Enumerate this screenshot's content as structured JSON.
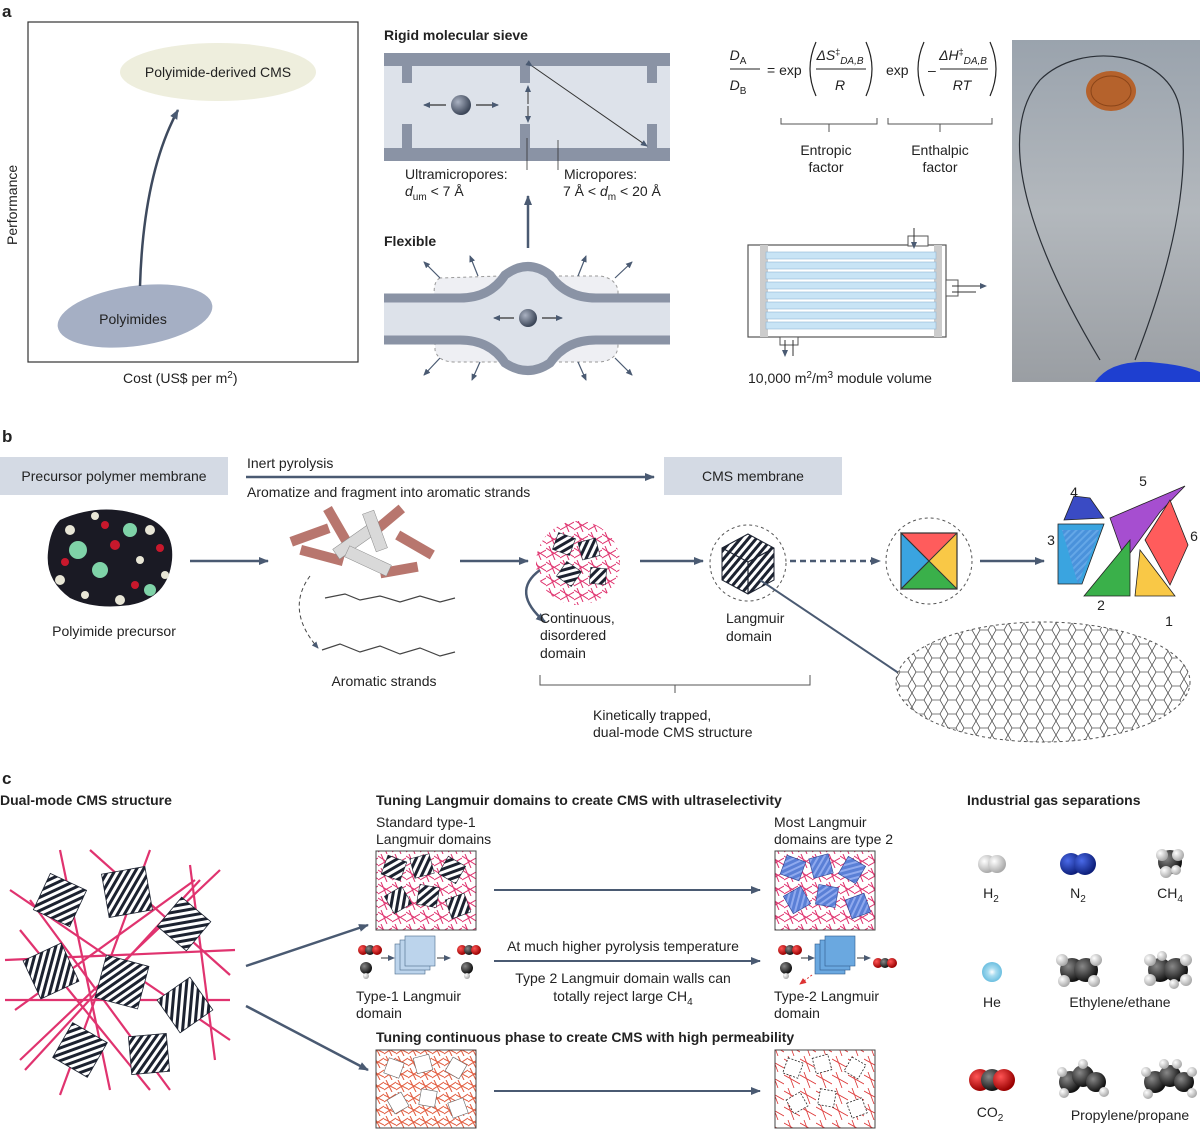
{
  "panel_a": {
    "label": "a",
    "chart": {
      "ylabel": "Performance",
      "xlabel_main": "Cost (US$ per m",
      "xlabel_sup": "2",
      "xlabel_end": ")",
      "top_ellipse": "Polyimide-derived CMS",
      "bottom_ellipse": "Polyimides"
    },
    "sieve": {
      "rigid_title": "Rigid molecular sieve",
      "ultra_label": "Ultramicropores:",
      "ultra_d": "d",
      "ultra_sub": "um",
      "ultra_rest": " < 7 Å",
      "micro_label": "Micropores:",
      "micro_pre": "7 Å < ",
      "micro_d": "d",
      "micro_sub": "m",
      "micro_rest": " < 20 Å",
      "flexible_title": "Flexible"
    },
    "equation": {
      "da": "D",
      "da_sub": "A",
      "db": "D",
      "db_sub": "B",
      "eq_exp": "= exp",
      "exp2": "exp",
      "entropy_num": "ΔS",
      "entropy_sup": "‡",
      "entropy_sub": "DA,B",
      "entropy_den": "R",
      "enthalpy_num": "ΔH",
      "enthalpy_sup": "‡",
      "enthalpy_sub": "DA,B",
      "enthalpy_den": "RT",
      "minus": "–",
      "entropic_1": "Entropic",
      "entropic_2": "factor",
      "enthalpic_1": "Enthalpic",
      "enthalpic_2": "factor"
    },
    "module": {
      "label_pre": "10,000 m",
      "sup1": "2",
      "label_mid": "/m",
      "sup2": "3",
      "label_end": " module volume"
    }
  },
  "panel_b": {
    "label": "b",
    "precursor_box": "Precursor polymer membrane",
    "step1": "Inert pyrolysis",
    "step2": "Aromatize and fragment into aromatic strands",
    "cms_box": "CMS membrane",
    "polyimide_precursor": "Polyimide precursor",
    "aromatic_strands": "Aromatic strands",
    "continuous_1": "Continuous,",
    "continuous_2": "disordered",
    "continuous_3": "domain",
    "langmuir_1": "Langmuir",
    "langmuir_2": "domain",
    "trapped_1": "Kinetically trapped,",
    "trapped_2": "dual-mode CMS structure",
    "numbers": [
      "1",
      "2",
      "3",
      "4",
      "5",
      "6"
    ]
  },
  "panel_c": {
    "label": "c",
    "dual_title": "Dual-mode CMS structure",
    "tuning_title": "Tuning Langmuir domains to create CMS with ultraselectivity",
    "standard_1": "Standard type-1",
    "standard_2": "Langmuir domains",
    "most_1": "Most Langmuir",
    "most_2": "domains are type 2",
    "higher_temp": "At much higher pyrolysis temperature",
    "type2_walls_1": "Type 2 Langmuir domain walls can",
    "type2_walls_2_pre": "totally reject large CH",
    "type2_walls_2_sub": "4",
    "type1_1": "Type-1 Langmuir",
    "type1_2": "domain",
    "type2_1": "Type-2 Langmuir",
    "type2_2": "domain",
    "continuous_title": "Tuning continuous phase to create CMS with high permeability",
    "gas_title": "Industrial gas separations",
    "gases": {
      "h2": "H",
      "h2_sub": "2",
      "n2": "N",
      "n2_sub": "2",
      "ch4": "CH",
      "ch4_sub": "4",
      "he": "He",
      "ethylene": "Ethylene/ethane",
      "co2": "CO",
      "co2_sub": "2",
      "propylene": "Propylene/propane"
    }
  },
  "colors": {
    "arrow": "#4a5a72",
    "sieve_fill": "#dde2ea",
    "sieve_wall": "#8a93a5",
    "cms_ellipse": "#eeeedd",
    "poly_ellipse": "#a5afc4",
    "box_fill": "#d4dae4",
    "pink": "#e0336f"
  }
}
